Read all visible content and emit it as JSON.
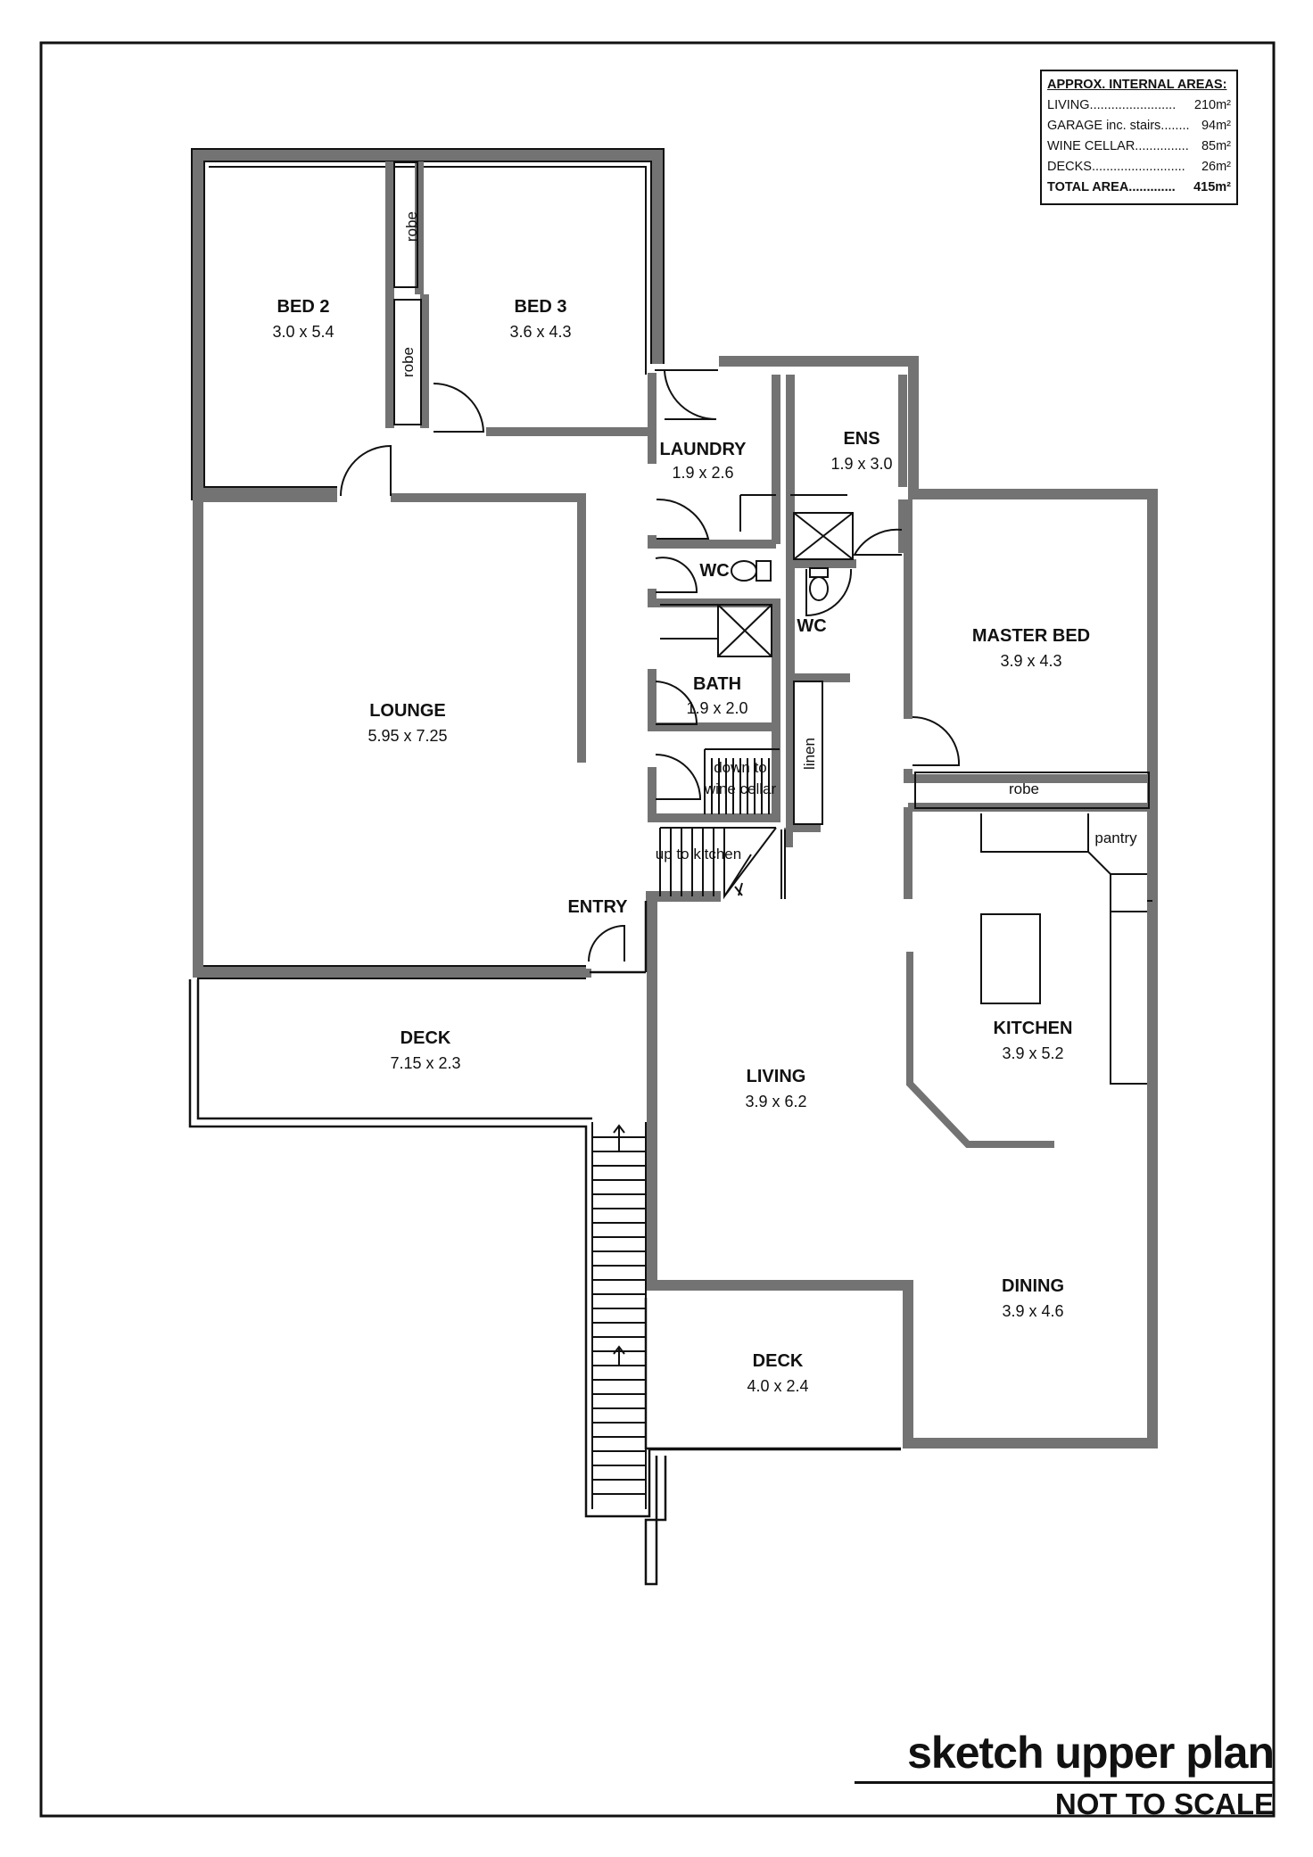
{
  "areas": {
    "heading": "APPROX. INTERNAL AREAS:",
    "rows": [
      {
        "label": "LIVING........................",
        "value": "210m²"
      },
      {
        "label": "GARAGE inc. stairs........",
        "value": "94m²"
      },
      {
        "label": "WINE CELLAR...............",
        "value": "85m²"
      },
      {
        "label": "DECKS..........................",
        "value": "26m²"
      }
    ],
    "total": {
      "label": "TOTAL AREA.............",
      "value": "415m²"
    }
  },
  "rooms": {
    "bed2": {
      "name": "BED 2",
      "dims": "3.0 x 5.4"
    },
    "bed3": {
      "name": "BED 3",
      "dims": "3.6 x 4.3"
    },
    "laundry": {
      "name": "LAUNDRY",
      "dims": "1.9 x 2.6"
    },
    "ens": {
      "name": "ENS",
      "dims": "1.9 x 3.0"
    },
    "wc1": {
      "name": "WC"
    },
    "wc2": {
      "name": "WC"
    },
    "bath": {
      "name": "BATH",
      "dims": "1.9 x 2.0"
    },
    "master": {
      "name": "MASTER BED",
      "dims": "3.9 x 4.3"
    },
    "lounge": {
      "name": "LOUNGE",
      "dims": "5.95 x 7.25"
    },
    "entry": {
      "name": "ENTRY"
    },
    "deck1": {
      "name": "DECK",
      "dims": "7.15 x 2.3"
    },
    "living": {
      "name": "LIVING",
      "dims": "3.9 x 6.2"
    },
    "kitchen": {
      "name": "KITCHEN",
      "dims": "3.9 x 5.2"
    },
    "dining": {
      "name": "DINING",
      "dims": "3.9 x 4.6"
    },
    "deck2": {
      "name": "DECK",
      "dims": "4.0 x 2.4"
    }
  },
  "labels": {
    "robe1": "robe",
    "robe2": "robe",
    "robe3": "robe",
    "linen": "linen",
    "pantry": "pantry",
    "down1": "down to",
    "down2": "wine cellar",
    "up": "up to kitchen"
  },
  "title": {
    "main": "sketch upper plan",
    "sub": "NOT TO SCALE"
  },
  "colors": {
    "wall": "#737373",
    "line": "#111111"
  }
}
